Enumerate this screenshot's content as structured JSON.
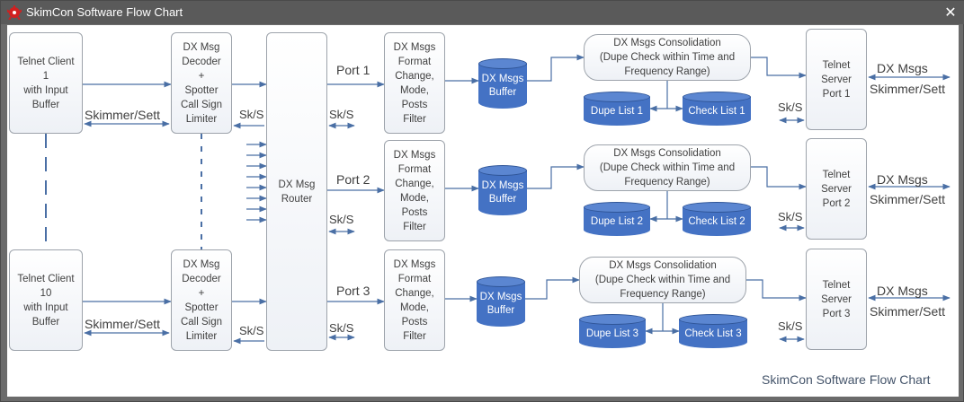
{
  "window": {
    "title": "SkimCon Software Flow Chart",
    "close_label": "✕"
  },
  "clients": [
    {
      "label": "Telnet Client\n1\nwith Input\nBuffer"
    },
    {
      "label": "Telnet Client\n10\nwith Input\nBuffer"
    }
  ],
  "decoders": [
    {
      "label": "DX Msg\nDecoder\n+\nSpotter\nCall Sign\nLimiter"
    },
    {
      "label": "DX Msg\nDecoder\n+\nSpotter\nCall Sign\nLimiter"
    }
  ],
  "router": {
    "label": "DX Msg\nRouter"
  },
  "client_link_label": "Skimmer/Sett",
  "sks_label": "Sk/S",
  "ports": [
    {
      "port_label": "Port 1",
      "filter": "DX Msgs\nFormat\nChange,\nMode,\nPosts\nFilter",
      "buffer": "DX Msgs\nBuffer",
      "consolidation": "DX Msgs Consolidation\n(Dupe Check within Time and\nFrequency Range)",
      "dupe": "Dupe List 1",
      "check": "Check List 1",
      "server": "Telnet\nServer\nPort 1"
    },
    {
      "port_label": "Port 2",
      "filter": "DX Msgs\nFormat\nChange,\nMode,\nPosts\nFilter",
      "buffer": "DX Msgs\nBuffer",
      "consolidation": "DX Msgs Consolidation\n(Dupe Check within Time and\nFrequency Range)",
      "dupe": "Dupe List 2",
      "check": "Check List 2",
      "server": "Telnet\nServer\nPort 2"
    },
    {
      "port_label": "Port 3",
      "filter": "DX Msgs\nFormat\nChange,\nMode,\nPosts\nFilter",
      "buffer": "DX Msgs\nBuffer",
      "consolidation": "DX Msgs Consolidation\n(Dupe Check within Time and\nFrequency Range)",
      "dupe": "Dupe List 3",
      "check": "Check List 3",
      "server": "Telnet\nServer\nPort 3"
    }
  ],
  "output": {
    "msgs": "DX Msgs",
    "skimmer": "Skimmer/Sett"
  },
  "caption": "SkimCon Software Flow Chart",
  "colors": {
    "line": "#4a6fa5",
    "cylinder": "#4472c4",
    "titlebar": "#5a5a5a"
  }
}
